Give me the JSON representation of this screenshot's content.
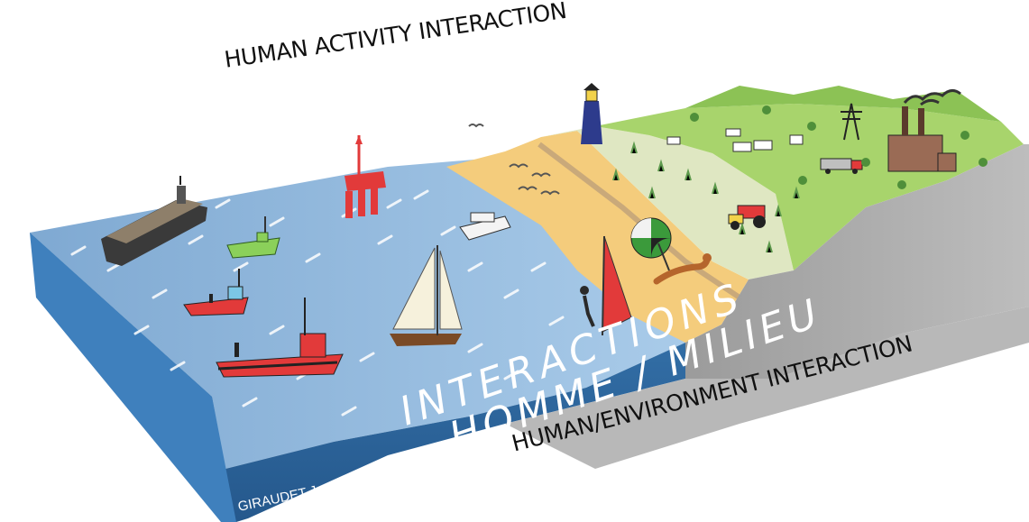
{
  "captions": {
    "top": "HUMAN ACTIVITY INTERACTION",
    "bottom": "HUMAN/ENVIRONMENT INTERACTION"
  },
  "block_text": {
    "line1": "INTERACTIONS",
    "line2": "HOMME / MILIEU"
  },
  "signature": "GIRAUDET J.",
  "colors": {
    "sea": "#8fb8dc",
    "sea_front": "#2f6ea8",
    "sand": "#f3cb7a",
    "grass": "#a6d06a",
    "dune_side": "#a3a3a3"
  }
}
